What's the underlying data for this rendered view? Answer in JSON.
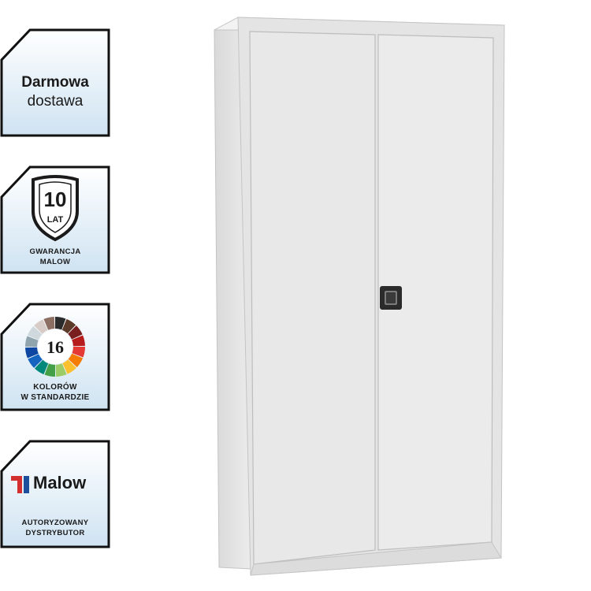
{
  "badges": {
    "delivery": {
      "line1": "Darmowa",
      "line2": "dostawa"
    },
    "warranty": {
      "number": "10",
      "unit": "LAT",
      "line1": "GWARANCJA",
      "line2": "MALOW"
    },
    "colors": {
      "number": "16",
      "line1": "KOLORÓW",
      "line2": "W STANDARDZIE"
    },
    "distributor": {
      "brand": "Malow",
      "line1": "AUTORYZOWANY",
      "line2": "DYSTRYBUTOR"
    }
  },
  "colors": {
    "cabinet_body": "#e6e6e6",
    "cabinet_door": "#e9e9e9",
    "handle": "#2b2b2b",
    "brand_red": "#d32f2f",
    "brand_blue": "#1e4f9c",
    "swatches": [
      "#2b2b2b",
      "#5b3a29",
      "#7a1f1f",
      "#b71c1c",
      "#e53935",
      "#f57c00",
      "#fbc02d",
      "#9ccc65",
      "#43a047",
      "#00897b",
      "#1565c0",
      "#0d47a1",
      "#90a4ae",
      "#cfd8dc",
      "#d7ccc8",
      "#8d6e63"
    ]
  }
}
